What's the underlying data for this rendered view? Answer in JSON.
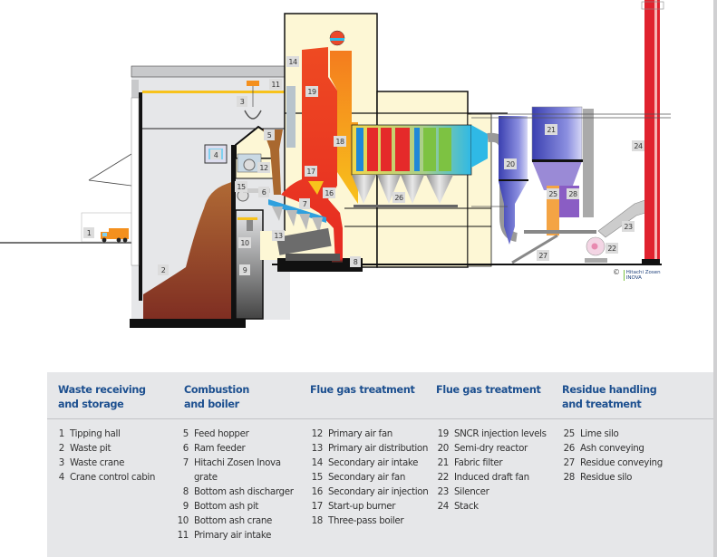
{
  "diagram": {
    "title": "Waste-to-energy plant cross-section",
    "copyright": {
      "symbol": "©",
      "line1": "Hitachi Zosen",
      "line2": "INOVA"
    },
    "callouts": [
      "1",
      "2",
      "3",
      "4",
      "5",
      "6",
      "7",
      "8",
      "9",
      "10",
      "11",
      "12",
      "13",
      "14",
      "15",
      "16",
      "17",
      "18",
      "19",
      "20",
      "21",
      "22",
      "23",
      "24",
      "25",
      "26",
      "27",
      "28"
    ],
    "colors": {
      "boiler_hot": "#e8331e",
      "boiler_warm": "#f7a51d",
      "building": "#fdf7d5",
      "hall": "#e6e7e9",
      "waste": "#8b3a22",
      "stack": "#e0222e",
      "filter": "#5a5fc4",
      "accent": "#1c4f8f"
    }
  },
  "legend": {
    "columns": [
      {
        "title_line1": "Waste receiving",
        "title_line2": "and storage",
        "items": [
          {
            "num": "1",
            "label": "Tipping hall"
          },
          {
            "num": "2",
            "label": "Waste pit"
          },
          {
            "num": "3",
            "label": "Waste crane"
          },
          {
            "num": "4",
            "label": "Crane control cabin"
          }
        ]
      },
      {
        "title_line1": "Combustion",
        "title_line2": "and boiler",
        "items": [
          {
            "num": "5",
            "label": "Feed hopper"
          },
          {
            "num": "6",
            "label": "Ram feeder"
          },
          {
            "num": "7",
            "label": "Hitachi Zosen Inova",
            "cont": "grate"
          },
          {
            "num": "8",
            "label": "Bottom ash discharger"
          },
          {
            "num": "9",
            "label": "Bottom ash pit"
          },
          {
            "num": "10",
            "label": "Bottom ash crane"
          },
          {
            "num": "11",
            "label": "Primary air intake"
          }
        ]
      },
      {
        "title_line1": "Flue gas treatment",
        "title_line2": "",
        "items": [
          {
            "num": "12",
            "label": "Primary air fan"
          },
          {
            "num": "13",
            "label": "Primary air distribution"
          },
          {
            "num": "14",
            "label": "Secondary air intake"
          },
          {
            "num": "15",
            "label": "Secondary air fan"
          },
          {
            "num": "16",
            "label": "Secondary air injection"
          },
          {
            "num": "17",
            "label": "Start-up burner"
          },
          {
            "num": "18",
            "label": "Three-pass boiler"
          }
        ]
      },
      {
        "title_line1": "Flue gas treatment",
        "title_line2": "",
        "items": [
          {
            "num": "19",
            "label": "SNCR injection levels"
          },
          {
            "num": "20",
            "label": "Semi-dry reactor"
          },
          {
            "num": "21",
            "label": "Fabric filter"
          },
          {
            "num": "22",
            "label": "Induced draft fan"
          },
          {
            "num": "23",
            "label": "Silencer"
          },
          {
            "num": "24",
            "label": "Stack"
          }
        ]
      },
      {
        "title_line1": "Residue handling",
        "title_line2": "and treatment",
        "items": [
          {
            "num": "25",
            "label": "Lime silo"
          },
          {
            "num": "26",
            "label": "Ash conveying"
          },
          {
            "num": "27",
            "label": "Residue conveying"
          },
          {
            "num": "28",
            "label": "Residue silo"
          }
        ]
      }
    ]
  }
}
